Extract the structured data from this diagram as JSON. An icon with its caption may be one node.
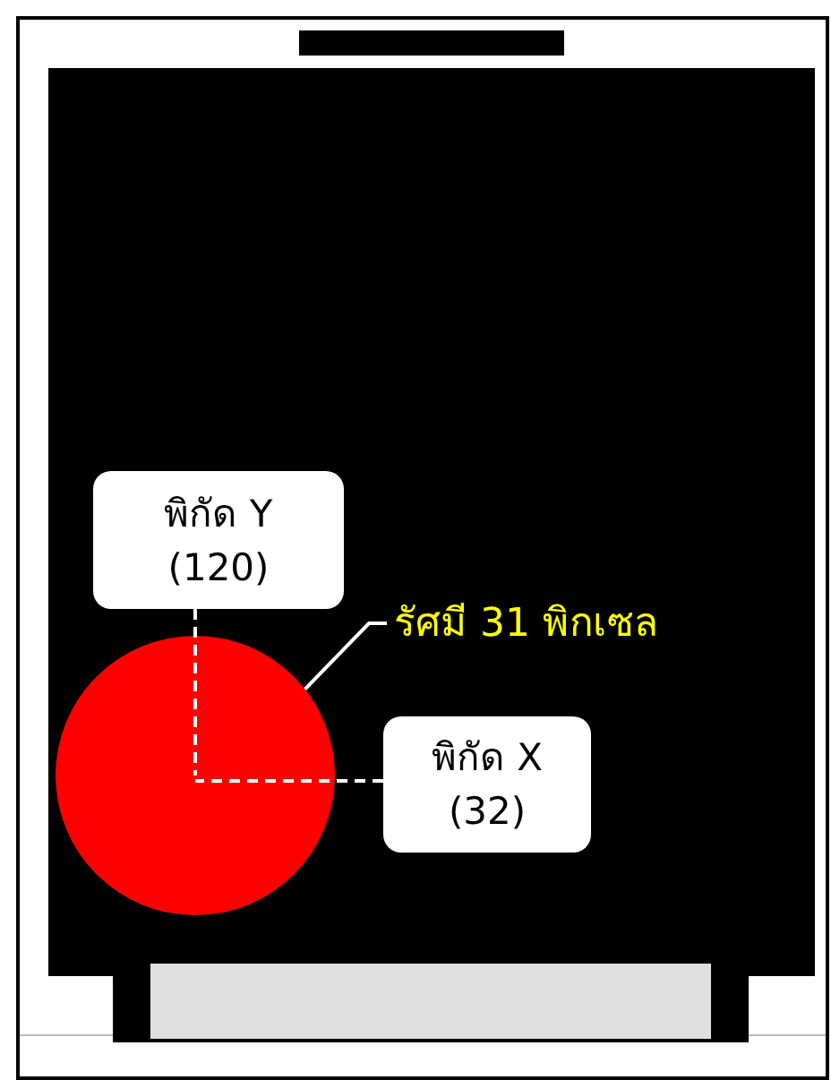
{
  "diagram": {
    "nodes": [
      {
        "text": [],
        "shape": "circle"
      },
      {
        "text": [
          "พิกัด Y",
          "(120)"
        ]
      },
      {
        "text": [
          "พิกัด X",
          "(32)"
        ]
      },
      {
        "text": [
          "รัศมี 31 พิกเซล"
        ]
      }
    ],
    "edges": [
      {
        "from": 1,
        "to": 0,
        "arrow": "none",
        "style": "dashed"
      },
      {
        "from": 2,
        "to": 0,
        "arrow": "none",
        "style": "dashed"
      },
      {
        "from": 3,
        "to": 0,
        "arrow": "none"
      }
    ]
  }
}
